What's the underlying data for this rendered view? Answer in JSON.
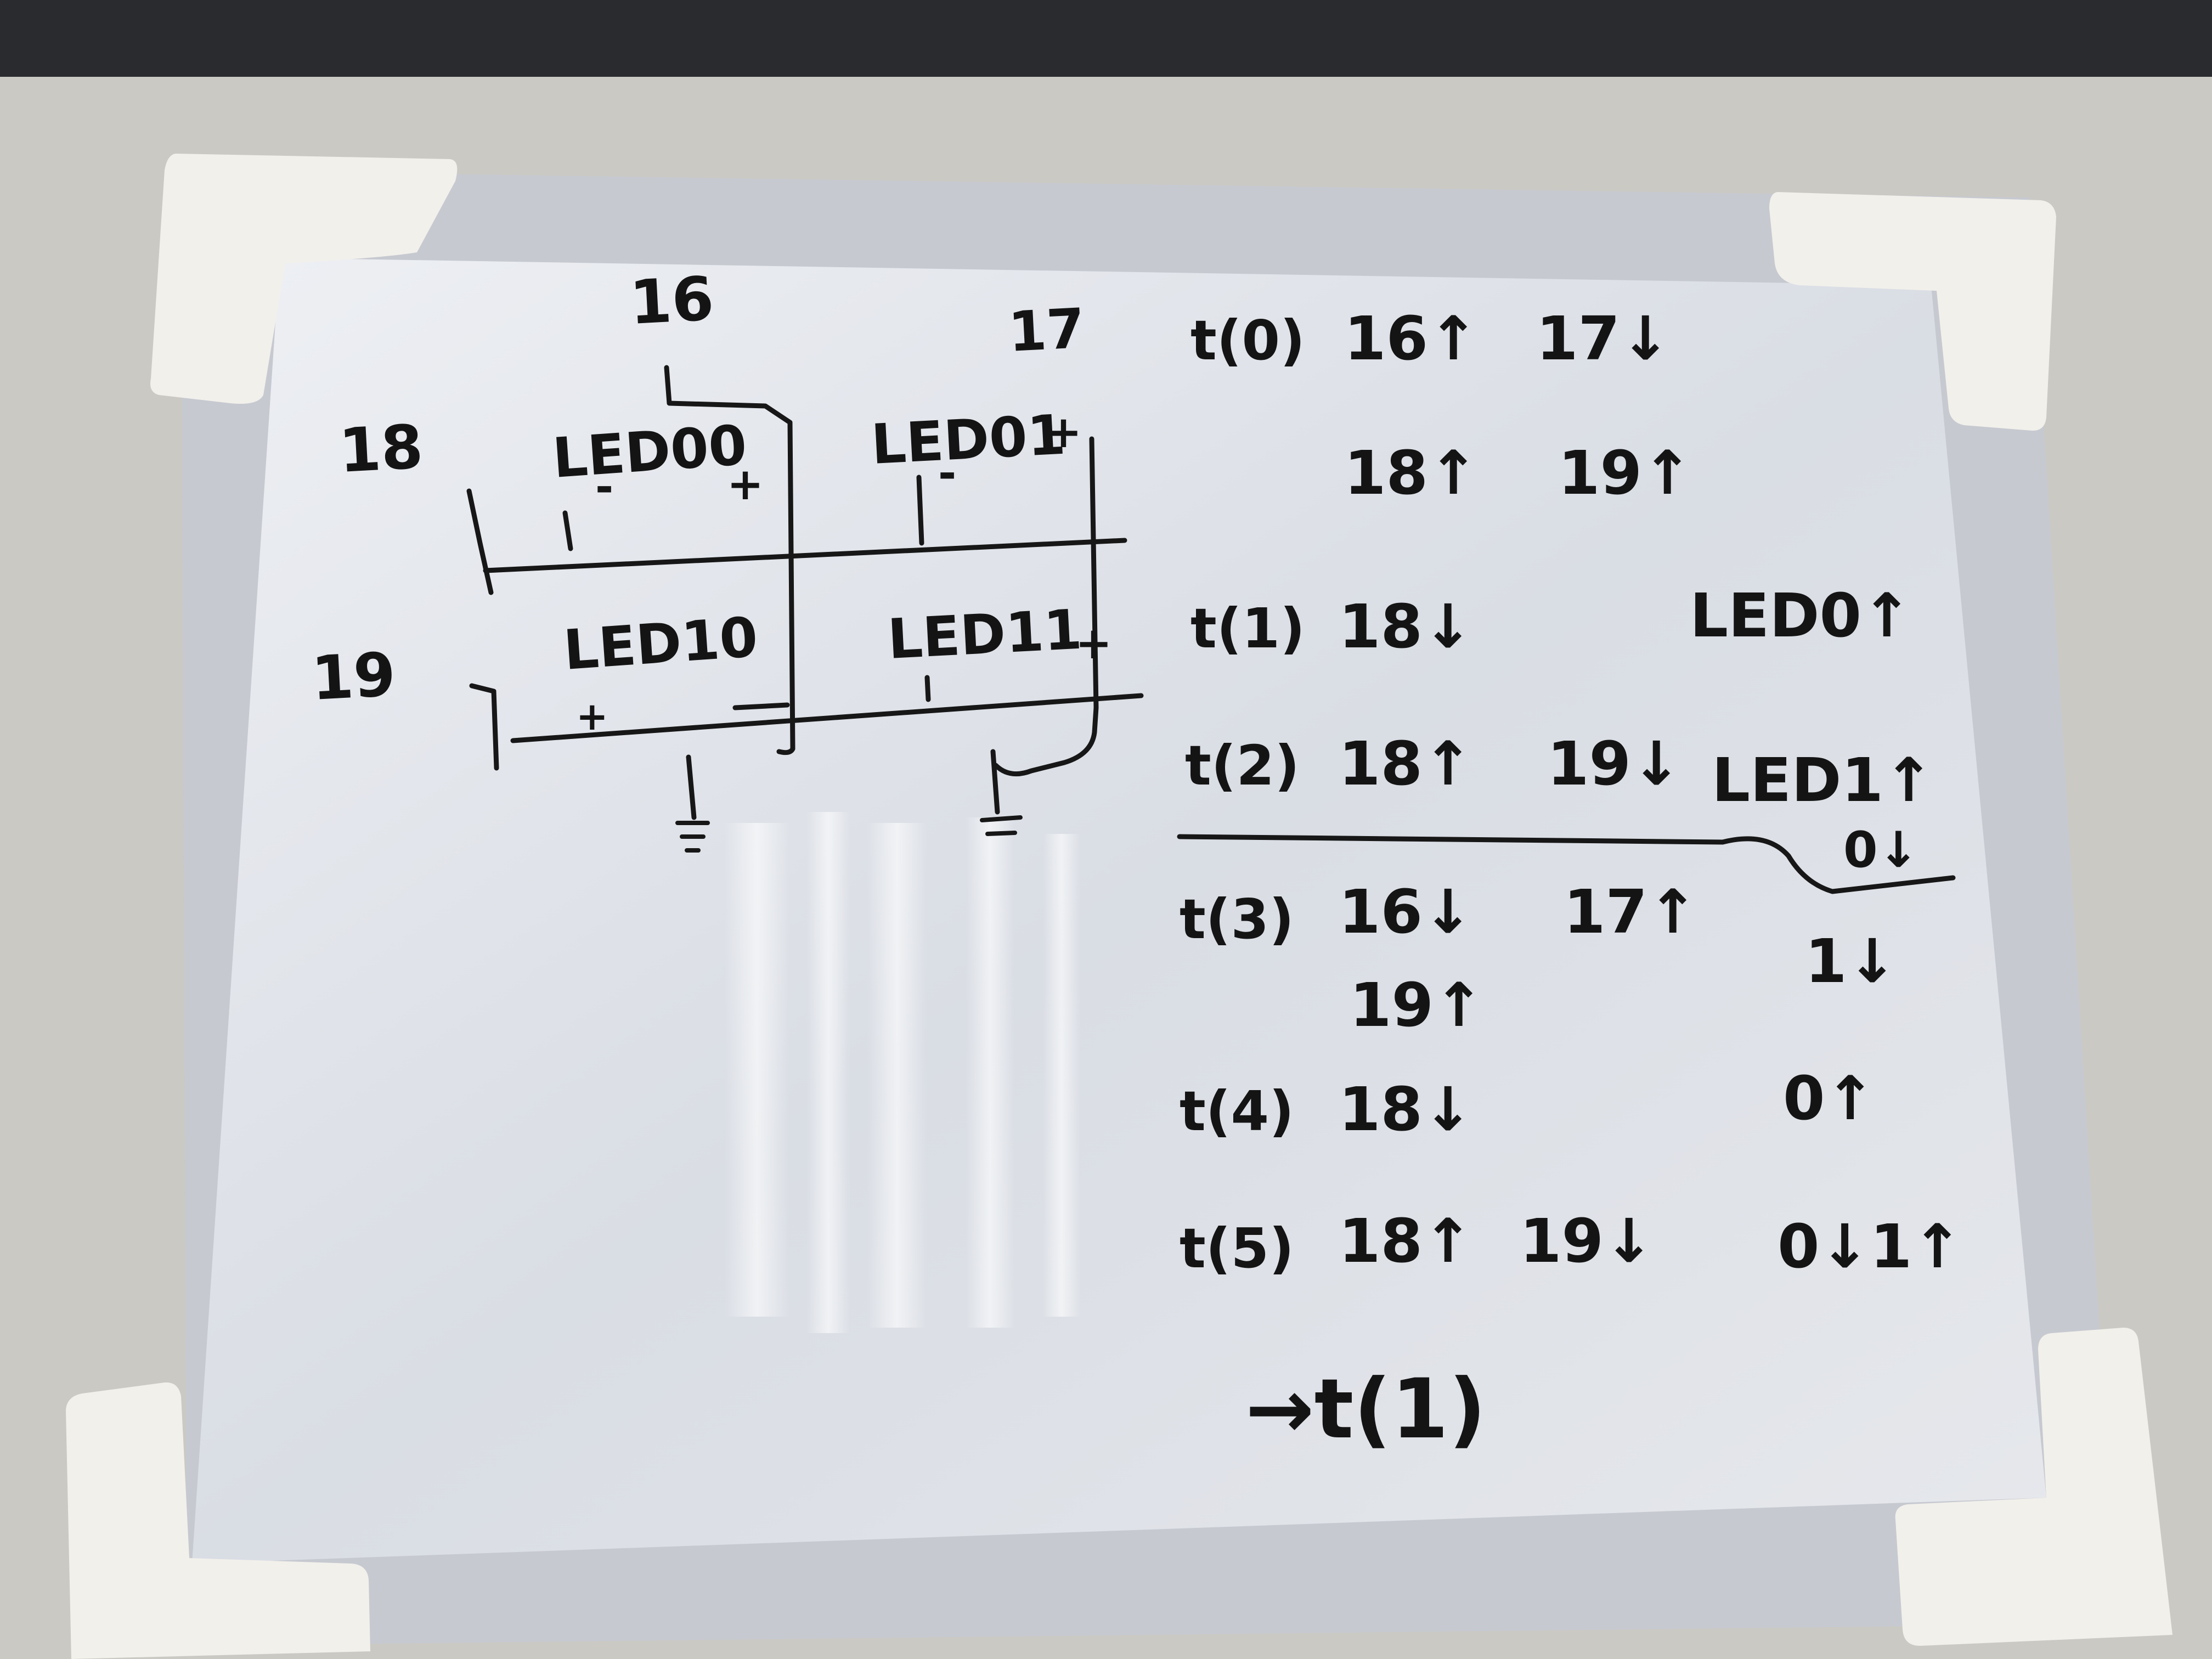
{
  "circuit": {
    "pins": {
      "p16": "16",
      "p17": "17",
      "p18": "18",
      "p19": "19"
    },
    "leds": {
      "led00": "LED00",
      "led01": "LED01",
      "led10": "LED10",
      "led11": "LED11"
    },
    "polarity": {
      "plus": "+",
      "minus": "-"
    }
  },
  "timeline": {
    "steps": [
      {
        "time": "t(0)",
        "items": [
          "16↑",
          "17↓",
          "18↑",
          "19↑"
        ],
        "result": ""
      },
      {
        "time": "t(1)",
        "items": [
          "18↓"
        ],
        "result": "LED0↑"
      },
      {
        "time": "t(2)",
        "items": [
          "18↑",
          "19↓"
        ],
        "result": "LED1↑"
      },
      {
        "time": "t(3)",
        "items": [
          "16↓",
          "17↑",
          "19↑"
        ],
        "result": "1↓"
      },
      {
        "time": "t(4)",
        "items": [
          "18↓"
        ],
        "result": "0↑"
      },
      {
        "time": "t(5)",
        "items": [
          "18↑",
          "19↓"
        ],
        "result": "0↓1↑"
      }
    ],
    "note_after_t2": "0↓",
    "loop": "→t(1)"
  },
  "colors": {
    "ink": "#141414",
    "board": "#dfe3ea",
    "frame": "#c9ccd3",
    "corner": "#f2f0eb"
  }
}
